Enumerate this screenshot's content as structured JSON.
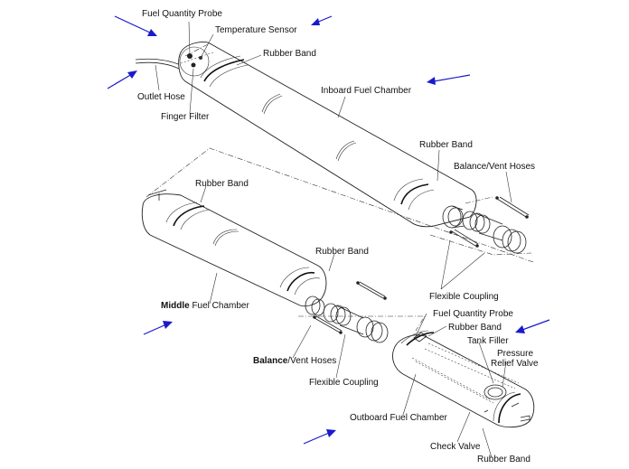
{
  "diagram": {
    "type": "exploded-view",
    "subject": "Auxiliary fuel tank assembly",
    "accent_color": "#1a1acc",
    "labels": {
      "fuel_quantity_probe_top": "Fuel Quantity Probe",
      "temperature_sensor": "Temperature Sensor",
      "rubber_band_inboard_1": "Rubber Band",
      "outlet_hose": "Outlet Hose",
      "finger_filter": "Finger Filter",
      "inboard_fuel_chamber": "Inboard Fuel Chamber",
      "rubber_band_inboard_2": "Rubber Band",
      "balance_vent_hoses_1": "Balance/Vent Hoses",
      "rubber_band_middle_1": "Rubber Band",
      "rubber_band_middle_2": "Rubber Band",
      "flexible_coupling_1": "Flexible Coupling",
      "middle_fuel_chamber_bold": "Middle",
      "middle_fuel_chamber_rest": " Fuel Chamber",
      "fuel_quantity_probe_outboard": "Fuel Quantity Probe",
      "rubber_band_outboard_1": "Rubber Band",
      "tank_filler": "Tank Filler",
      "pressure_relief_valve_1": "Pressure",
      "pressure_relief_valve_2": "Relief Valve",
      "balance_vent_hoses_2_bold": "Balance",
      "balance_vent_hoses_2_rest": "/Vent Hoses",
      "flexible_coupling_2": "Flexible Coupling",
      "outboard_fuel_chamber": "Outboard Fuel Chamber",
      "check_valve": "Check Valve",
      "rubber_band_outboard_2": "Rubber Band"
    },
    "arrows": [
      {
        "id": "arrow-1",
        "direction": "down-right"
      },
      {
        "id": "arrow-2",
        "direction": "left"
      },
      {
        "id": "arrow-3",
        "direction": "up-right"
      },
      {
        "id": "arrow-4",
        "direction": "left"
      },
      {
        "id": "arrow-5",
        "direction": "up-right"
      },
      {
        "id": "arrow-6",
        "direction": "left"
      },
      {
        "id": "arrow-7",
        "direction": "up-right"
      }
    ]
  }
}
